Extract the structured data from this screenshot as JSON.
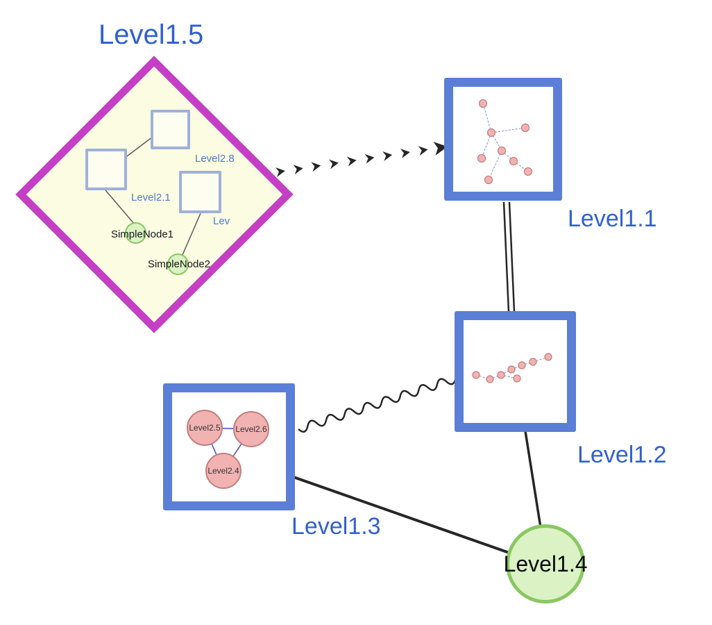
{
  "colors": {
    "label_blue": "#3061cf",
    "inner_label_blue": "#4f78d2",
    "diamond_border": "#c43fc4",
    "diamond_fill": "#fbfce2",
    "node_blue": "#5b7fd6",
    "inner_square_border": "#9fb1d9",
    "inner_square_fill": "#fdfdf0",
    "green_fill": "#daf2c4",
    "green_border": "#8bc763",
    "pink_fill": "#f2b2b2",
    "pink_border": "#c27e7e",
    "edge_dark": "#262626",
    "mini_edge": "#8090cc",
    "triangle_edge": "#3c49c9"
  },
  "nodes": {
    "level1_5": {
      "label": "Level1.5",
      "shape": "diamond"
    },
    "level1_1": {
      "label": "Level1.1",
      "shape": "square"
    },
    "level1_2": {
      "label": "Level1.2",
      "shape": "square"
    },
    "level1_3": {
      "label": "Level1.3",
      "shape": "square"
    },
    "level1_4": {
      "label": "Level1.4",
      "shape": "circle"
    }
  },
  "level1_5_children": {
    "level2_8": {
      "label": "Level2.8"
    },
    "level2_1": {
      "label": "Level2.1"
    },
    "level2_x": {
      "label": "Lev"
    },
    "simple_node_1": {
      "label": "SimpleNode1"
    },
    "simple_node_2": {
      "label": "SimpleNode2"
    }
  },
  "level1_3_children": {
    "level2_5": {
      "label": "Level2.5"
    },
    "level2_6": {
      "label": "Level2.6"
    },
    "level2_4": {
      "label": "Level2.4"
    }
  },
  "edges": [
    {
      "from": "Level1.5",
      "to": "Level1.1",
      "style": "bold-dashed-arrow"
    },
    {
      "from": "Level1.1",
      "to": "Level1.2",
      "style": "double-line"
    },
    {
      "from": "Level1.3",
      "to": "Level1.2",
      "style": "wavy"
    },
    {
      "from": "Level1.3",
      "to": "Level1.4",
      "style": "solid"
    },
    {
      "from": "Level1.2",
      "to": "Level1.4",
      "style": "solid"
    },
    {
      "from": "Level2.8",
      "to": "Level2.1",
      "style": "solid"
    },
    {
      "from": "Level2.1",
      "to": "SimpleNode1",
      "style": "solid"
    },
    {
      "from": "Lev",
      "to": "SimpleNode2",
      "style": "solid"
    },
    {
      "from": "Level2.5",
      "to": "Level2.6",
      "style": "solid"
    },
    {
      "from": "Level2.5",
      "to": "Level2.4",
      "style": "solid"
    },
    {
      "from": "Level2.6",
      "to": "Level2.4",
      "style": "solid"
    }
  ]
}
